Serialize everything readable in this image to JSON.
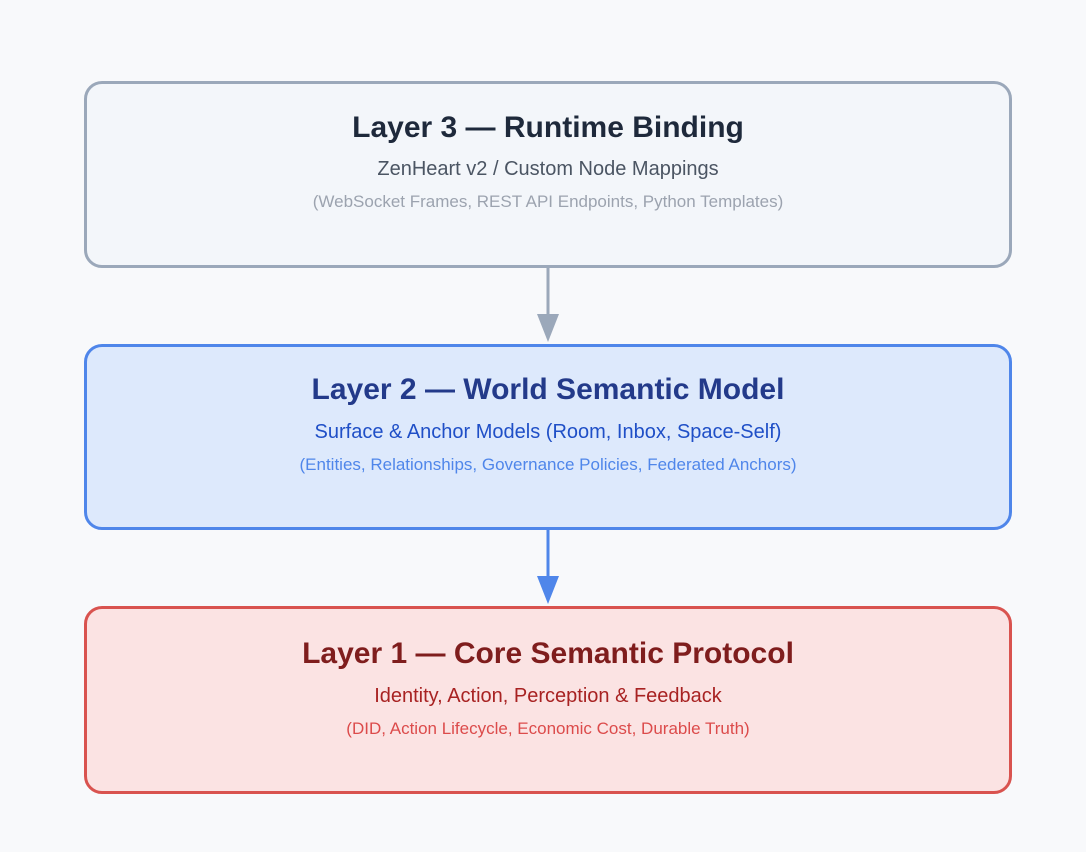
{
  "layers": [
    {
      "title": "Layer 3 — Runtime Binding",
      "subtitle": "ZenHeart v2 / Custom Node Mappings",
      "detail": "(WebSocket Frames, REST API Endpoints, Python Templates)"
    },
    {
      "title": "Layer 2 — World Semantic Model",
      "subtitle": "Surface & Anchor Models (Room, Inbox, Space-Self)",
      "detail": "(Entities, Relationships, Governance Policies, Federated Anchors)"
    },
    {
      "title": "Layer 1 — Core Semantic Protocol",
      "subtitle": "Identity, Action, Perception & Feedback",
      "detail": "(DID, Action Lifecycle, Economic Cost, Durable Truth)"
    }
  ],
  "colors": {
    "layer3_border": "#9ba8ba",
    "layer2_border": "#4f86ea",
    "layer1_border": "#d9534f"
  }
}
